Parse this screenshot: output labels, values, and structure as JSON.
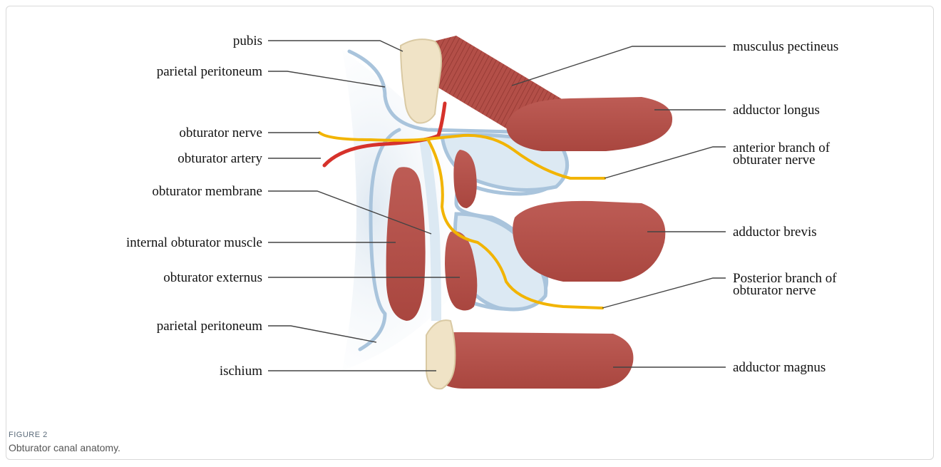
{
  "figure": {
    "label": "FIGURE 2",
    "caption": "Obturator canal anatomy."
  },
  "labels_left": {
    "pubis": "pubis",
    "parietal_peritoneum_top": "parietal peritoneum",
    "obturator_nerve": "obturator nerve",
    "obturator_artery": "obturator artery",
    "obturator_membrane": "obturator membrane",
    "internal_obturator_muscle": "internal obturator muscle",
    "obturator_externus": "obturator externus",
    "parietal_peritoneum_bottom": "parietal peritoneum",
    "ischium": "ischium"
  },
  "labels_right": {
    "musculus_pectineus": "musculus pectineus",
    "adductor_longus": "adductor longus",
    "anterior_branch": "anterior branch of\nobturater nerve",
    "adductor_brevis": "adductor brevis",
    "posterior_branch": "Posterior branch of\nobturator nerve",
    "adductor_magnus": "adductor magnus"
  },
  "colors": {
    "muscle": "#b5544f",
    "bone": "#f0e3c6",
    "membrane": "#a9c4dc",
    "nerve": "#f2b400",
    "artery": "#d6322b",
    "leader": "#444444"
  }
}
